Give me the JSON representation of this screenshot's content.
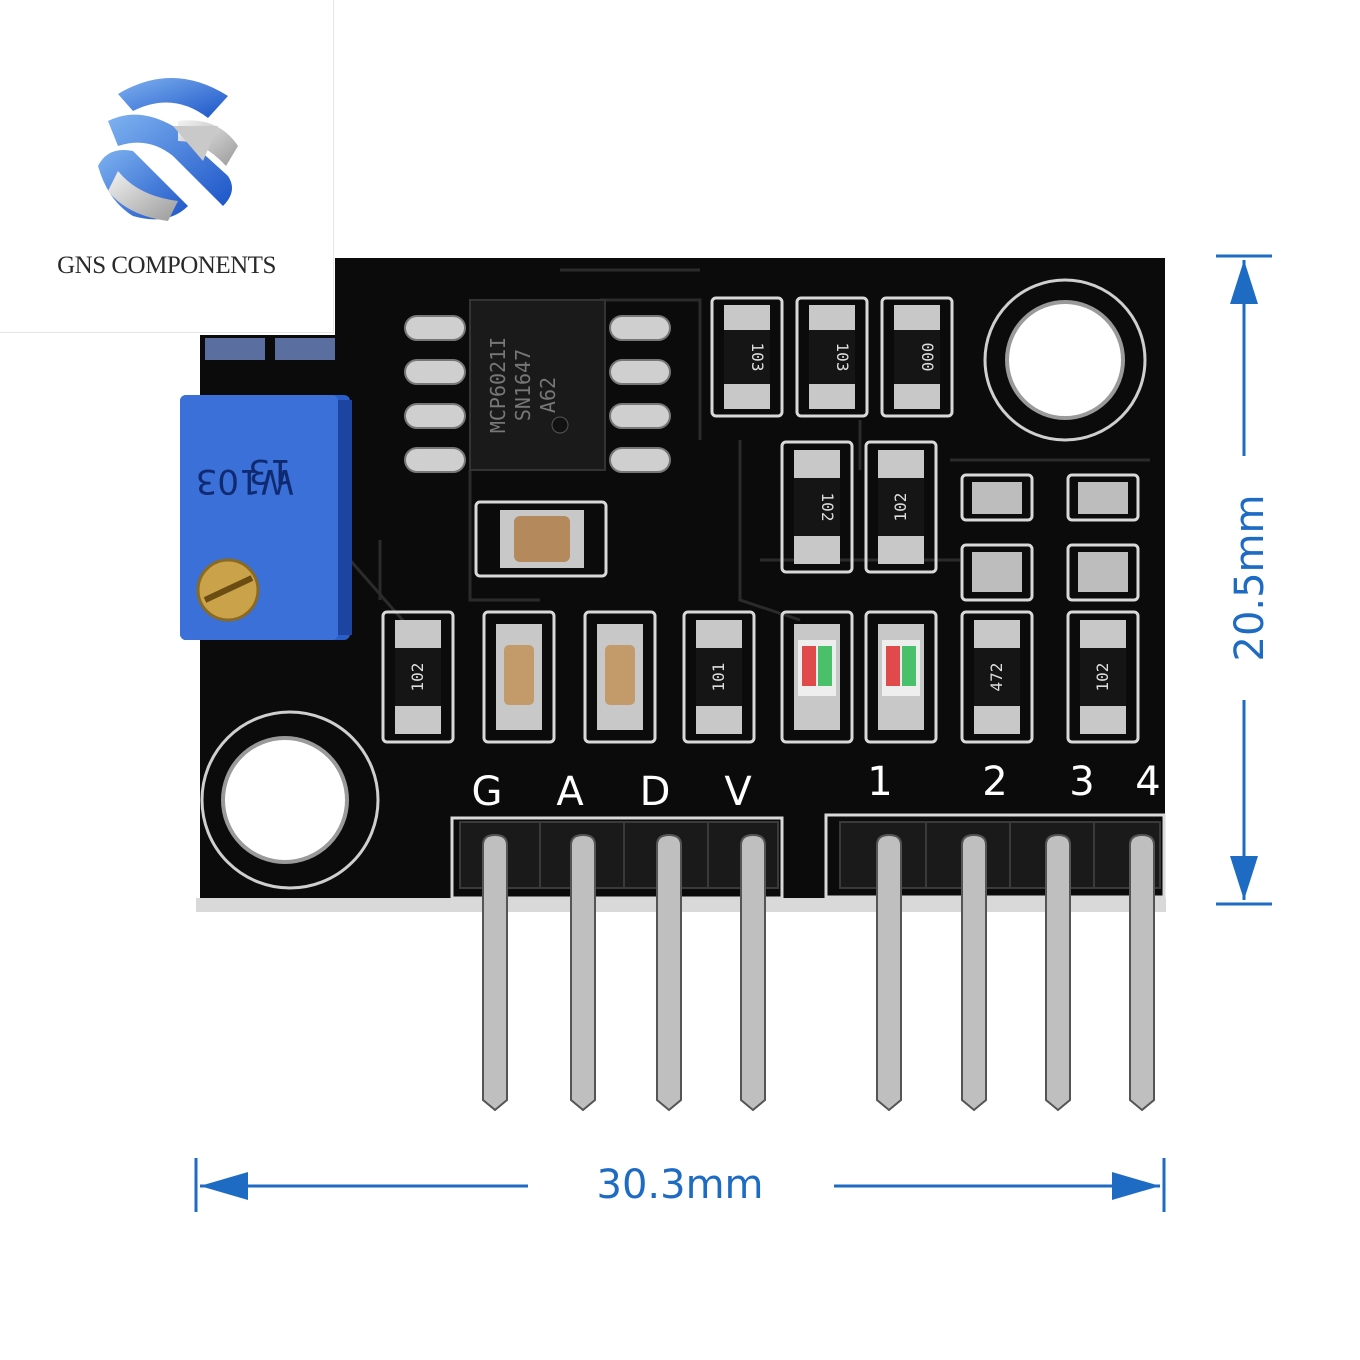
{
  "logo": {
    "brand_name": "GNS COMPONENTS"
  },
  "module": {
    "chip_marking": [
      "MCP6021I",
      "SN1647",
      "A62"
    ],
    "potentiometer_marking": [
      "13",
      "W103"
    ],
    "resistor_codes": [
      "103",
      "103",
      "000",
      "102",
      "102",
      "102",
      "101",
      "472",
      "102"
    ],
    "pin_labels": [
      "G",
      "A",
      "D",
      "V",
      "1",
      "2",
      "3",
      "4"
    ],
    "board_color": "#0b0b0b",
    "pot_color": "#2a5fc9"
  },
  "dimensions": {
    "width_label": "30.3mm",
    "height_label": "20.5mm",
    "arrow_color": "#1e6bc4"
  }
}
